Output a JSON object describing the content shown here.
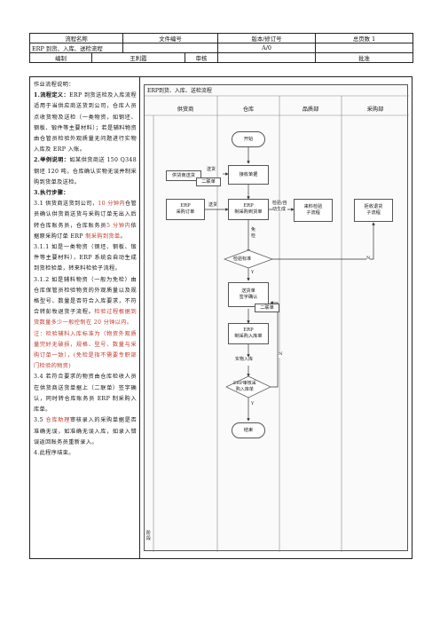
{
  "header": {
    "row1": [
      "流程名称",
      "文件编号",
      "版本/修订号",
      "总页数 1"
    ],
    "row2": [
      "ERP 到货、入库、送检流程",
      "",
      "A/0",
      ""
    ],
    "row3": [
      "编制",
      "王利霞",
      "审核",
      "",
      "批准",
      ""
    ]
  },
  "notes": {
    "title": "作业流程说明：",
    "p1_label": "1.流程定义：",
    "p1_text": "ERP 到货送检及入库流程适用于当供应商送货到公司，仓库人员点收货物及送检（一类物资，如钢坯、钢板、锻件等主要材料）；若是辅料物资由仓管员检验外观质量无问题进行实物入库及 ERP 入账。",
    "p2_label": "2.举例说明：",
    "p2_text": "如某供货商送 150 Q348 钢坯 120 吨，仓库确认实物无误并制采购到货单及送检。",
    "p3_label": "3.执行步骤：",
    "s31_a": "3.1 供货商送货到公司，",
    "s31_red1": "10 分钟内",
    "s31_b": "仓管员确认供货商送货与采购订单无出入后转仓库账务员，仓库账务员",
    "s31_red2": "5 分钟内",
    "s31_c": "依据原采购订单 ERP ",
    "s31_red3": "制采购到货单",
    "s31_d": "。",
    "s311": "3.1.1 如是一类物资（钢坯、钢板、锻件等主要材料），ERP 系统会自动生成到货检验单，转来料检验子流程。",
    "s312_a": "3.1.2 如是辅料物资（一般为免检）由仓库保管员检验物资的外观质量以及规格型号、数量是否符合入库要求，不符合转彭牧退货子流程。",
    "s312_red": "检验过程根据到货数量多少一般控制在 20 分钟以内。",
    "s313_red": "注：检验辅料入库标准为（物资外观质量完好无破损，规格、型号、数量与采购订单一致），(免检是指不需要专职部门检验的物资)",
    "s34": "3.4 若符合要求的物资由仓库检收人员在供货商送货单据上（二联单）签字确认，同时转仓库账务员 ERP 制采购入库单。",
    "s35_a": "3.5 ",
    "s35_red": "仓库助理",
    "s35_b": "审核录入的采购单据是否准确无误，如准确无误入库，如录入错误返回账务员重新录入。",
    "s4": "4.此程序结束。"
  },
  "flow": {
    "title": "ERP到货、入库、送检流程",
    "lanes": [
      "供货商",
      "仓库",
      "品质部",
      "采购部"
    ],
    "start": "开始",
    "supplier_doc": "供货商送货",
    "duplicate": "二联单",
    "receive_check": "接收单据",
    "erp_po": "ERP\n采购订单",
    "erp_arrival": "ERP\n制采购到货单",
    "auto_gen": "检验/自\n动生成",
    "incoming_inspect": "来料检验\n子流程",
    "reject_return": "拒收退货\n子流程",
    "exempt": "免\n检",
    "inspect_std": "检验标准",
    "yes": "Y",
    "no": "N",
    "sign_delivery": "送货单\n签字确认",
    "duplicate2": "二联单",
    "erp_in": "ERP\n制采购入库单",
    "physical_in": "实物入库",
    "erp_audit": "ERP审核采\n购入库单",
    "end": "结束",
    "send_label1": "送货",
    "send_label2": "送货",
    "side_label": "阶段"
  }
}
